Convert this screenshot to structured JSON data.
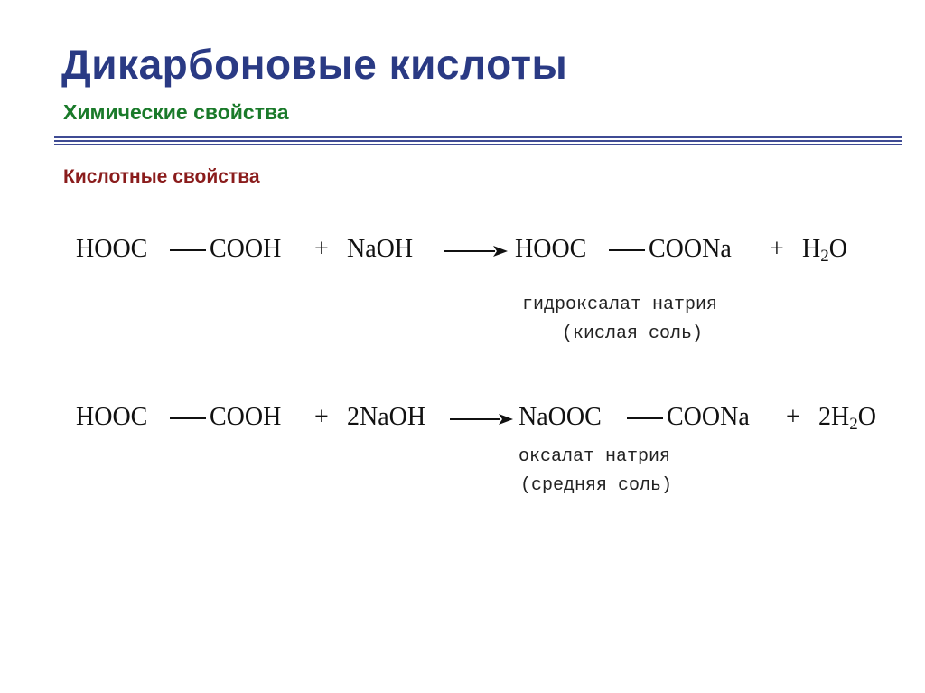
{
  "slide": {
    "title": "Дикарбоновые кислоты",
    "subtitle": "Химические свойства",
    "section_heading": "Кислотные свойства",
    "colors": {
      "title": "#2a3a84",
      "subtitle": "#1a7a2a",
      "section": "#8a1c1c",
      "rule": "#3f4b94"
    }
  },
  "reaction1": {
    "reactant_left": "HOOC",
    "reactant_right": "COOH",
    "plus1": "+",
    "reagent": "NaOH",
    "product_left": "HOOC",
    "product_right": "COONa",
    "plus2": "+",
    "byproduct_main": "H",
    "byproduct_sub": "2",
    "byproduct_end": "O",
    "name_line1": "гидроксалат натрия",
    "name_line2": "(кислая соль)"
  },
  "reaction2": {
    "reactant_left": "HOOC",
    "reactant_right": "COOH",
    "plus1": "+",
    "reagent": "2NaOH",
    "product_left": "NaOOC",
    "product_right": "COONa",
    "plus2": "+",
    "byproduct_main": "2H",
    "byproduct_sub": "2",
    "byproduct_end": "O",
    "name_line1": "оксалат натрия",
    "name_line2": "(средняя соль)"
  }
}
